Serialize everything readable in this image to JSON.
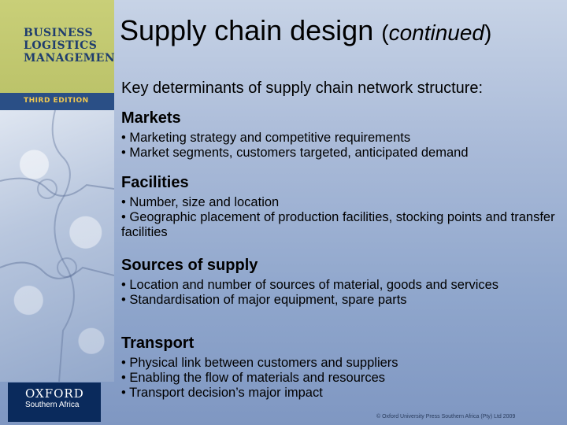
{
  "cover": {
    "title_line1": "BUSINESS",
    "title_line2": "LOGISTICS",
    "title_line3": "MANAGEMENT",
    "edition": "THIRD EDITION",
    "publisher": "OXFORD",
    "publisher_region": "Southern Africa"
  },
  "slide": {
    "title_main": "Supply chain design ",
    "title_paren_open": "(",
    "title_continued": "continued",
    "title_paren_close": ")",
    "intro": "Key determinants of supply chain network structure:",
    "sections": [
      {
        "heading": "Markets",
        "bullets": [
          "• Marketing strategy and competitive requirements",
          "• Market segments, customers targeted, anticipated demand"
        ]
      },
      {
        "heading": "Facilities",
        "bullets": [
          "• Number, size and location",
          "• Geographic placement of production facilities, stocking points and transfer facilities"
        ]
      },
      {
        "heading": "Sources of supply",
        "bullets": [
          "• Location and number of sources of material, goods and services",
          "• Standardisation of major equipment, spare parts"
        ]
      },
      {
        "heading": "Transport",
        "bullets": [
          "• Physical link between customers and suppliers",
          "• Enabling the flow of materials and resources",
          "• Transport decision’s major impact"
        ]
      }
    ],
    "copyright": "© Oxford University Press Southern Africa (Pty) Ltd 2009"
  },
  "colors": {
    "cover_navy": "#1f3d6e",
    "edition_gold": "#f0c850",
    "oxford_blue": "#0a2a5c"
  }
}
